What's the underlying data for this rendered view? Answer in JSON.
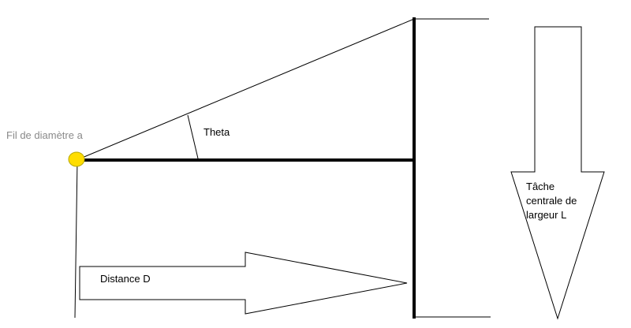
{
  "labels": {
    "wire": "Fil de diamètre a",
    "theta": "Theta",
    "distance": "Distance D",
    "spot": [
      "Tâche",
      "centrale de",
      "largeur L"
    ]
  },
  "colors": {
    "wire_dot": "#ffdd00",
    "wire_label": "#8a8a8a",
    "lines": "#000000"
  }
}
